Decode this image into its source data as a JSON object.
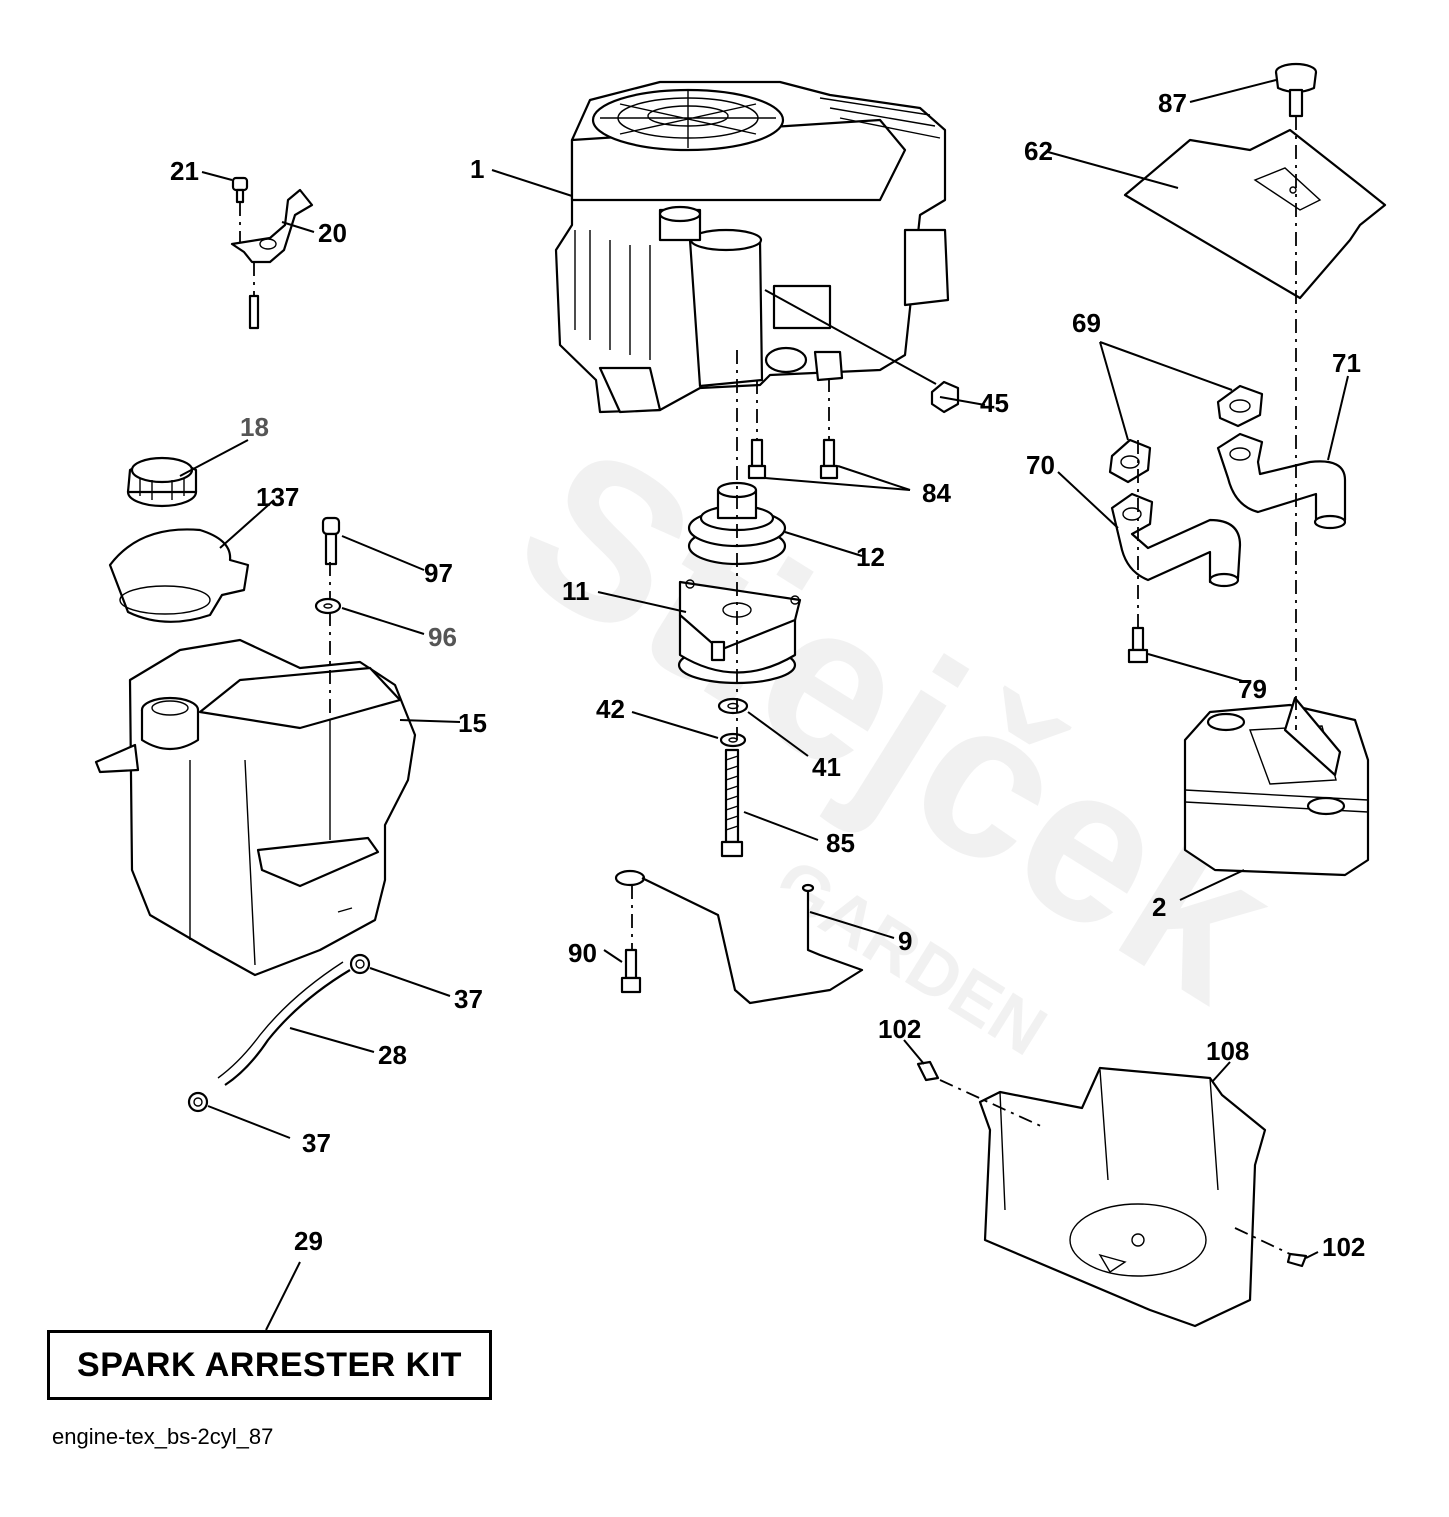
{
  "callouts": {
    "c1": "1",
    "c2": "2",
    "c9": "9",
    "c11": "11",
    "c12": "12",
    "c15": "15",
    "c18": "18",
    "c20": "20",
    "c21": "21",
    "c28": "28",
    "c29": "29",
    "c37a": "37",
    "c37b": "37",
    "c41": "41",
    "c42": "42",
    "c45": "45",
    "c62": "62",
    "c69": "69",
    "c70": "70",
    "c71": "71",
    "c79": "79",
    "c84": "84",
    "c85": "85",
    "c87": "87",
    "c90": "90",
    "c96": "96",
    "c97": "97",
    "c102a": "102",
    "c102b": "102",
    "c108": "108",
    "c137": "137"
  },
  "kit_label": "SPARK ARRESTER KIT",
  "file_caption": "engine-tex_bs-2cyl_87",
  "watermark": {
    "brand": "Stiejček",
    "sub": "GARDEN"
  }
}
